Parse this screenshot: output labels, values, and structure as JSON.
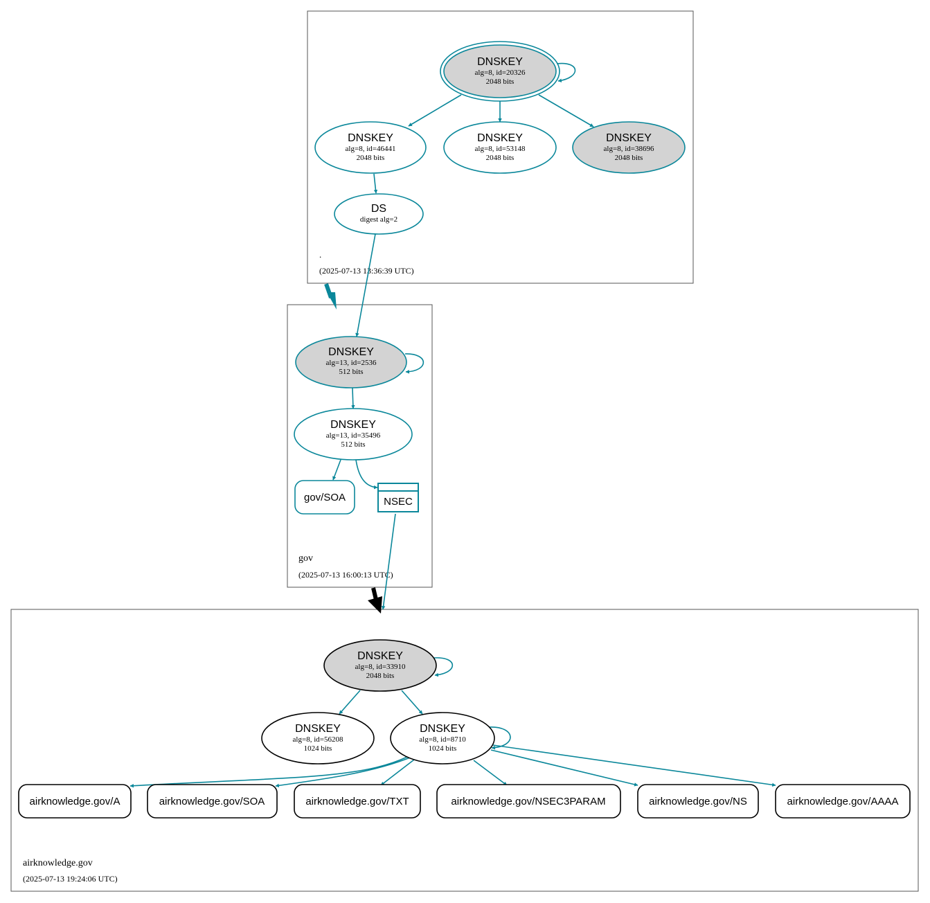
{
  "zones": {
    "root": {
      "name": ".",
      "timestamp": "(2025-07-13 13:36:39 UTC)"
    },
    "gov": {
      "name": "gov",
      "timestamp": "(2025-07-13 16:00:13 UTC)"
    },
    "air": {
      "name": "airknowledge.gov",
      "timestamp": "(2025-07-13 19:24:06 UTC)"
    }
  },
  "nodes": {
    "root_ksk": {
      "title": "DNSKEY",
      "line1": "alg=8, id=20326",
      "line2": "2048 bits"
    },
    "root_k46441": {
      "title": "DNSKEY",
      "line1": "alg=8, id=46441",
      "line2": "2048 bits"
    },
    "root_k53148": {
      "title": "DNSKEY",
      "line1": "alg=8, id=53148",
      "line2": "2048 bits"
    },
    "root_k38696": {
      "title": "DNSKEY",
      "line1": "alg=8, id=38696",
      "line2": "2048 bits"
    },
    "root_ds": {
      "title": "DS",
      "line1": "digest alg=2"
    },
    "gov_ksk": {
      "title": "DNSKEY",
      "line1": "alg=13, id=2536",
      "line2": "512 bits"
    },
    "gov_zsk": {
      "title": "DNSKEY",
      "line1": "alg=13, id=35496",
      "line2": "512 bits"
    },
    "gov_soa": {
      "label": "gov/SOA"
    },
    "gov_nsec": {
      "label": "NSEC"
    },
    "air_ksk": {
      "title": "DNSKEY",
      "line1": "alg=8, id=33910",
      "line2": "2048 bits"
    },
    "air_k56208": {
      "title": "DNSKEY",
      "line1": "alg=8, id=56208",
      "line2": "1024 bits"
    },
    "air_k8710": {
      "title": "DNSKEY",
      "line1": "alg=8, id=8710",
      "line2": "1024 bits"
    },
    "rr_a": {
      "label": "airknowledge.gov/A"
    },
    "rr_soa": {
      "label": "airknowledge.gov/SOA"
    },
    "rr_txt": {
      "label": "airknowledge.gov/TXT"
    },
    "rr_nsec3param": {
      "label": "airknowledge.gov/NSEC3PARAM"
    },
    "rr_ns": {
      "label": "airknowledge.gov/NS"
    },
    "rr_aaaa": {
      "label": "airknowledge.gov/AAAA"
    }
  },
  "colors": {
    "secure": "#0a879a",
    "gray_fill": "#d3d3d3",
    "black": "#000000",
    "zone_border": "#555555"
  }
}
